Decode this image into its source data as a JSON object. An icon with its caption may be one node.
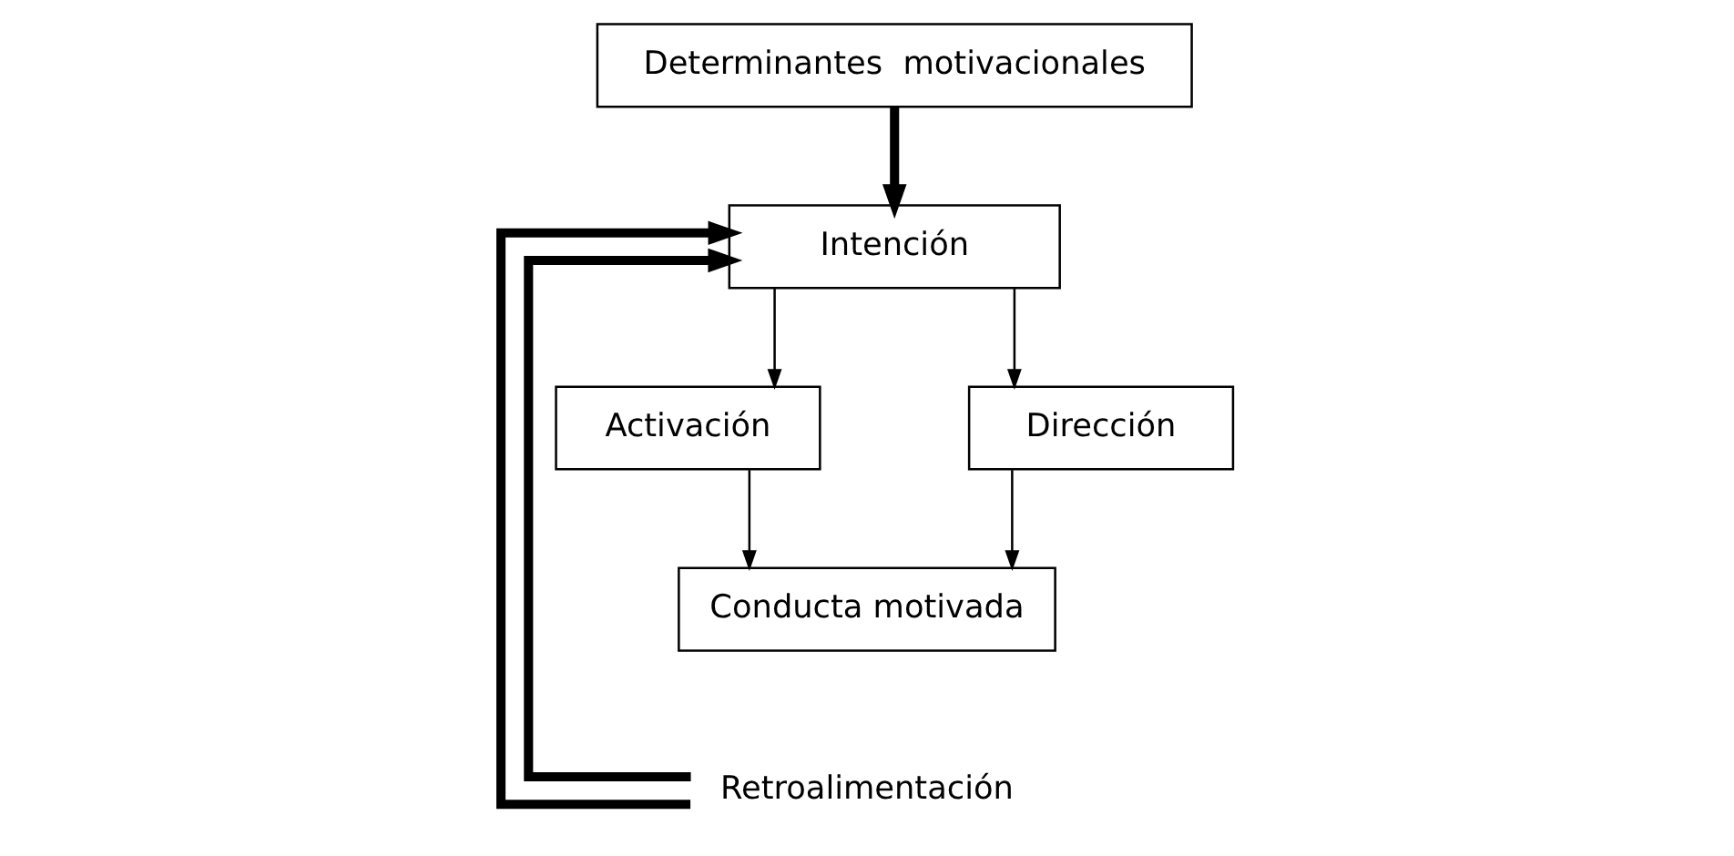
{
  "diagram": {
    "nodes": [
      {
        "text": [
          "Determinantes  motivacionales"
        ]
      },
      {
        "text": [
          "Intención"
        ]
      },
      {
        "text": [
          "Activación"
        ]
      },
      {
        "text": [
          "Dirección"
        ]
      },
      {
        "text": [
          "Conducta motivada"
        ]
      },
      {
        "text": [
          "Retroalimentación"
        ]
      }
    ],
    "edges": [
      {
        "from": 0,
        "to": 1,
        "arrow": "to",
        "style": "thick"
      },
      {
        "from": 1,
        "to": 2,
        "arrow": "to"
      },
      {
        "from": 1,
        "to": 3,
        "arrow": "to"
      },
      {
        "from": 2,
        "to": 4,
        "arrow": "to"
      },
      {
        "from": 3,
        "to": 4,
        "arrow": "to"
      },
      {
        "from": 5,
        "to": 1,
        "arrow": "to",
        "style": "thick"
      },
      {
        "from": 5,
        "to": 1,
        "arrow": "to",
        "style": "thick"
      }
    ]
  }
}
